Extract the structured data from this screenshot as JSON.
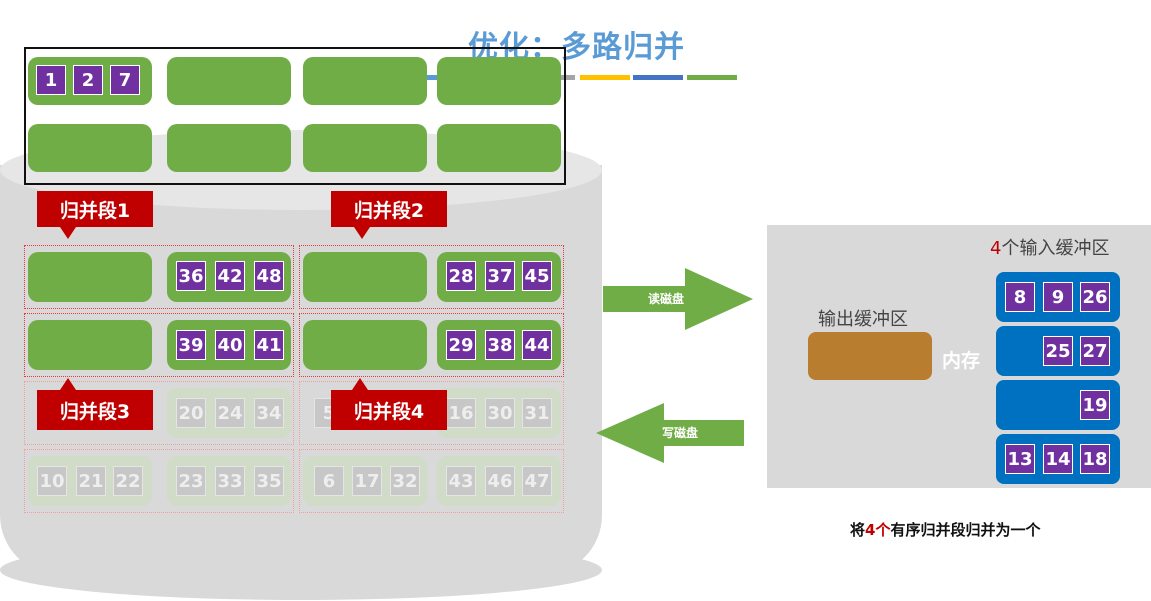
{
  "title": "优化：多路归并",
  "legend_colors": [
    "#5b9bd5",
    "#a5a5a5",
    "#ffc000",
    "#4472c4",
    "#70ad47"
  ],
  "memory_frame": {
    "first_block_values": [
      "1",
      "2",
      "7"
    ]
  },
  "segments": {
    "seg1": {
      "label": "归并段1"
    },
    "seg2": {
      "label": "归并段2"
    },
    "seg3": {
      "label": "归并段3"
    },
    "seg4": {
      "label": "归并段4"
    }
  },
  "disk_rows": {
    "row1_seg1_block2": [
      "36",
      "42",
      "48"
    ],
    "row1_seg2_block2": [
      "28",
      "37",
      "45"
    ],
    "row2_seg1_block2": [
      "39",
      "40",
      "41"
    ],
    "row2_seg2_block2": [
      "29",
      "38",
      "44"
    ],
    "row3_seg3_block2": [
      "20",
      "24",
      "34"
    ],
    "row3_seg4_block1_partial": "5",
    "row3_seg4_block2": [
      "16",
      "30",
      "31"
    ],
    "row4_seg3_block1": [
      "10",
      "21",
      "22"
    ],
    "row4_seg3_block2": [
      "23",
      "33",
      "35"
    ],
    "row4_seg4_block1": [
      "6",
      "17",
      "32"
    ],
    "row4_seg4_block2": [
      "43",
      "46",
      "47"
    ]
  },
  "arrows": {
    "read": "读磁盘",
    "write": "写磁盘"
  },
  "memory": {
    "label": "内存",
    "output_buffer_label": "输出缓冲区",
    "input_buffers_title_num": "4",
    "input_buffers_title_rest": "个输入缓冲区",
    "buffers": [
      [
        "8",
        "9",
        "26"
      ],
      [
        "25",
        "27"
      ],
      [
        "19"
      ],
      [
        "13",
        "14",
        "18"
      ]
    ]
  },
  "caption": {
    "prefix": "将",
    "num": "4个",
    "suffix": "有序归并段归并为一个"
  }
}
